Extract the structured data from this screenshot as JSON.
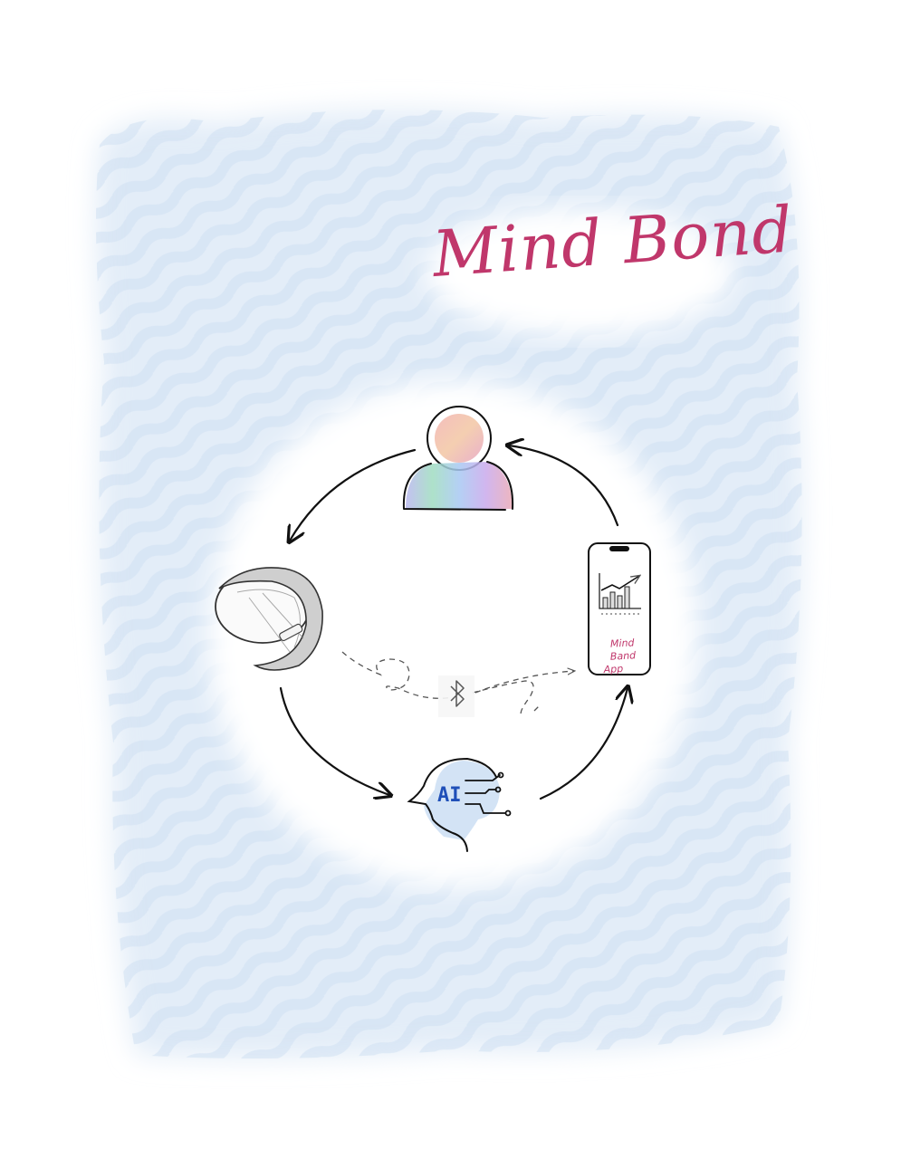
{
  "title": "Mind Bond",
  "colors": {
    "title": "#C0376B",
    "ai_text": "#1F4FB8",
    "wash": "#DCE8F5",
    "ink": "#111111",
    "dashed_ink": "#555555"
  },
  "nodes": {
    "person": {
      "icon": "person-icon"
    },
    "ring": {
      "icon": "smart-ring-icon"
    },
    "ai": {
      "icon": "ai-head-icon",
      "label": "AI"
    },
    "phone": {
      "icon": "smartphone-icon",
      "label_line1": "Mind Band",
      "label_line2": "App"
    }
  },
  "connections": {
    "bluetooth_icon": "bluetooth-icon"
  }
}
